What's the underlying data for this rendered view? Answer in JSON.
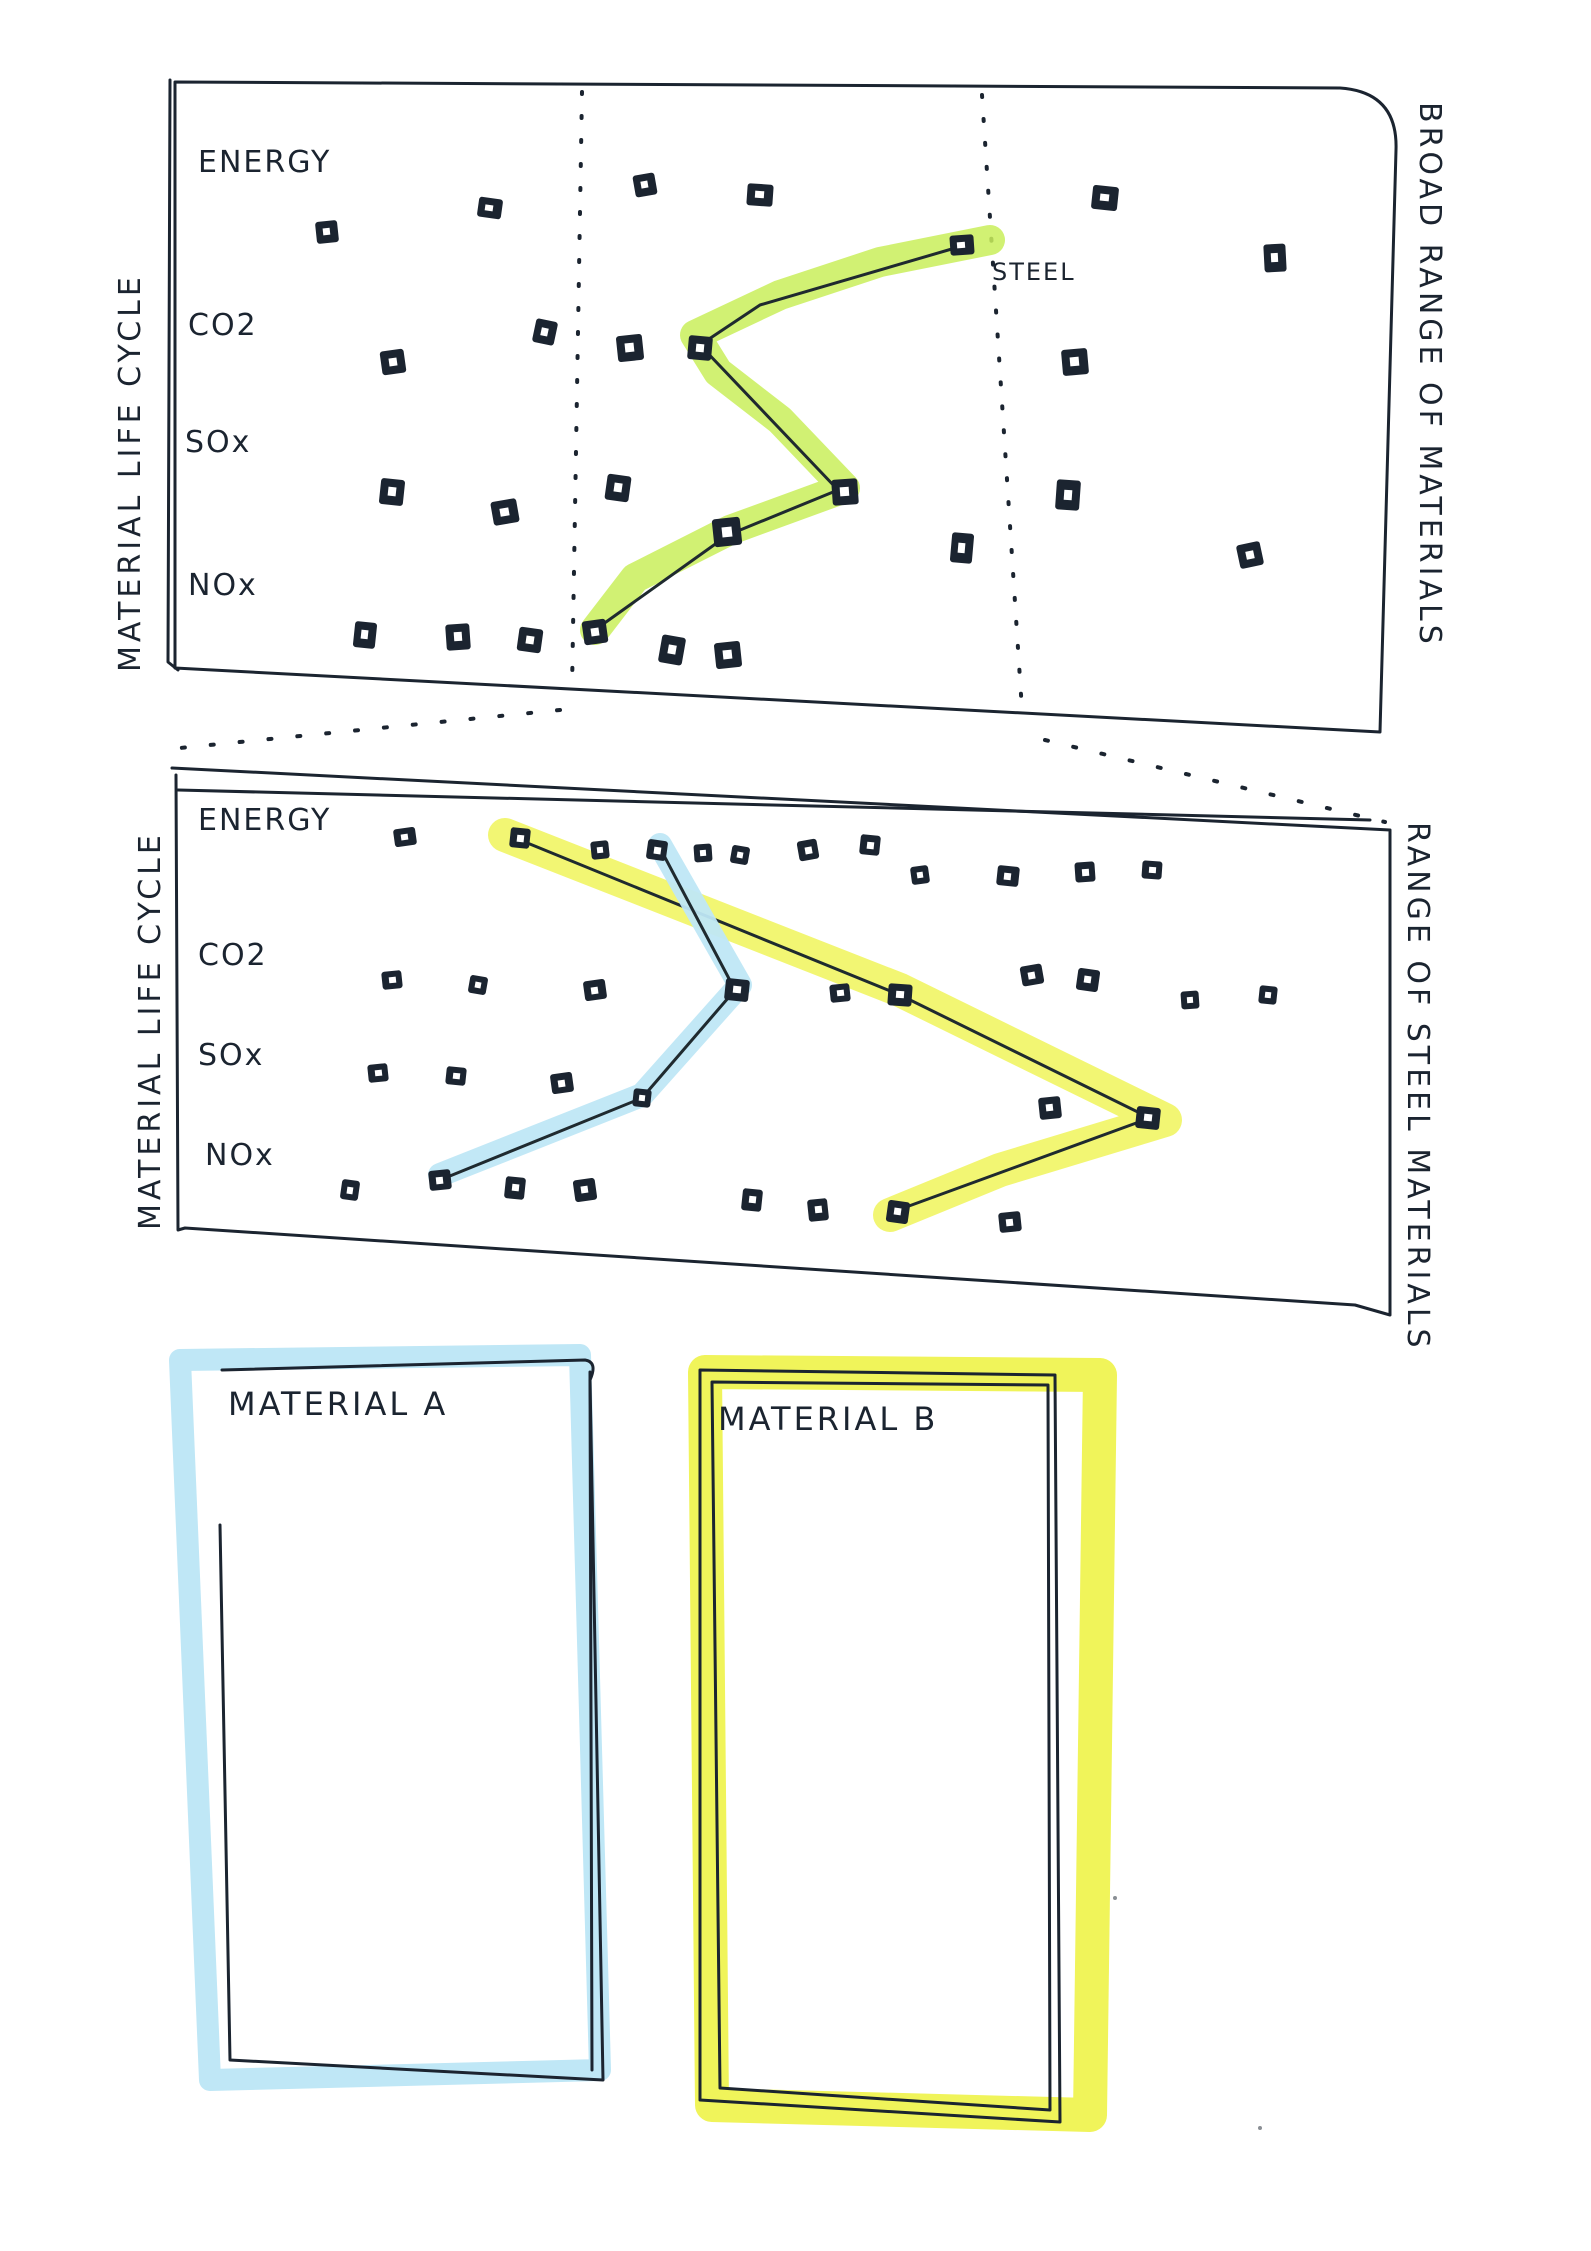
{
  "colors": {
    "ink": "#1b2430",
    "yellow_highlight": "#f0f45a",
    "green_highlight": "#c9ef5a",
    "blue_highlight": "#bfe7f6",
    "paper": "#ffffff"
  },
  "top_panel": {
    "row_labels": [
      "ENERGY",
      "CO2",
      "SOx",
      "NOx"
    ],
    "left_label": "MATERIAL LIFE CYCLE",
    "right_label": "BROAD RANGE OF MATERIALS",
    "steel_label": "STEEL",
    "highlight_color": "green"
  },
  "bottom_panel": {
    "row_labels": [
      "ENERGY",
      "CO2",
      "SOx",
      "NOx"
    ],
    "left_label": "MATERIAL LIFE CYCLE",
    "right_label": "RANGE OF STEEL MATERIALS",
    "paths": [
      {
        "material": "Material A",
        "color": "blue"
      },
      {
        "material": "Material B",
        "color": "yellow"
      }
    ]
  },
  "cards": [
    {
      "title": "MATERIAL A",
      "highlight": "blue"
    },
    {
      "title": "MATERIAL B",
      "highlight": "yellow"
    }
  ]
}
